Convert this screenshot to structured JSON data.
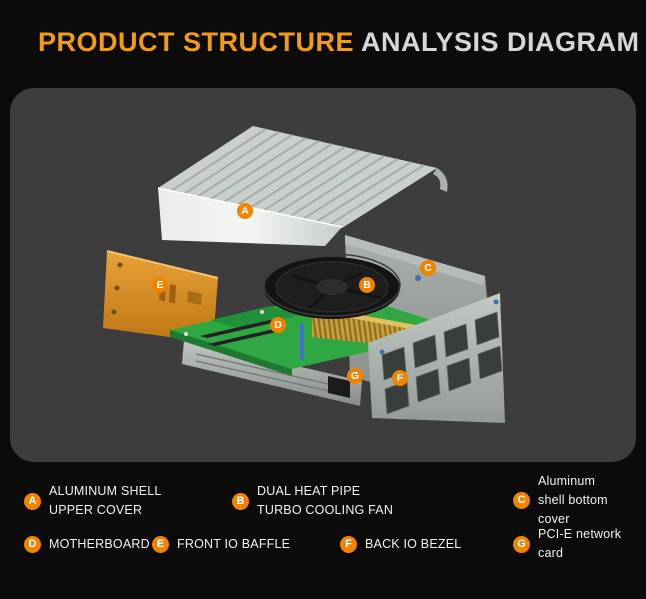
{
  "header": {
    "title_highlight": "PRODUCT STRUCTURE",
    "title_rest": "ANALYSIS DIAGRAM"
  },
  "colors": {
    "accent": "#f08300",
    "title_highlight": "#f39c12",
    "title_rest_color": "#d6d6d6",
    "background": "#0b0b0b",
    "panel": "#3d3d3d",
    "motherboard_green": "#2fa844",
    "heatsink_gold": "#c49f3e",
    "baffle_orange": "#d88f24",
    "cover_gray": "#c9cfcb"
  },
  "diagram": {
    "markers": [
      {
        "letter": "A"
      },
      {
        "letter": "B"
      },
      {
        "letter": "C"
      },
      {
        "letter": "D"
      },
      {
        "letter": "E"
      },
      {
        "letter": "F"
      },
      {
        "letter": "G"
      }
    ]
  },
  "legend": {
    "items": [
      {
        "letter": "A",
        "lines": [
          "ALUMINUM SHELL",
          "UPPER COVER"
        ]
      },
      {
        "letter": "B",
        "lines": [
          "DUAL HEAT PIPE",
          "TURBO COOLING FAN"
        ]
      },
      {
        "letter": "C",
        "lines": [
          "Aluminum",
          "shell bottom",
          "cover"
        ]
      },
      {
        "letter": "D",
        "lines": [
          "MOTHERBOARD"
        ]
      },
      {
        "letter": "E",
        "lines": [
          "FRONT IO BAFFLE"
        ]
      },
      {
        "letter": "F",
        "lines": [
          "BACK IO BEZEL"
        ]
      },
      {
        "letter": "G",
        "lines": [
          "PCI-E network",
          "card"
        ]
      }
    ]
  }
}
